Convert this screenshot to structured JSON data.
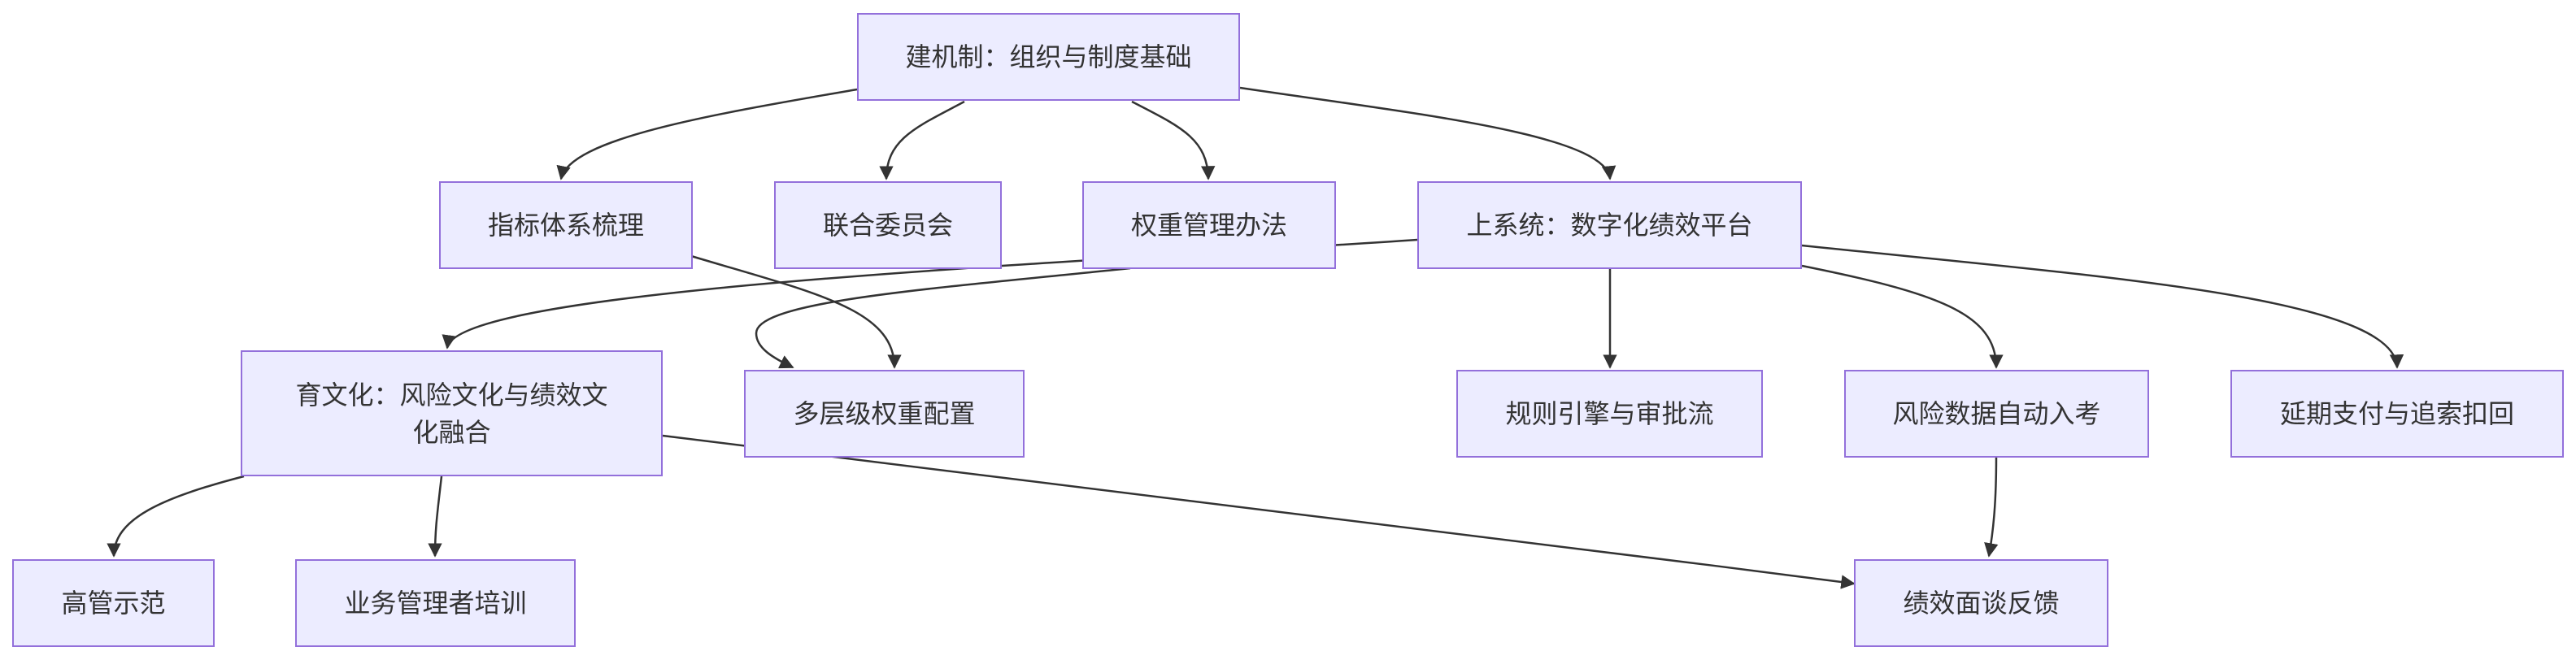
{
  "nodes": {
    "jianjizhi": "建机制：组织与制度基础",
    "zhibiao": "指标体系梳理",
    "lianhe": "联合委员会",
    "quanzhong_banfa": "权重管理办法",
    "shangxitong": "上系统：数字化绩效平台",
    "yuwenhua": "育文化：风险文化与绩效文化融合",
    "duocengji": "多层级权重配置",
    "guize": "规则引擎与审批流",
    "fengxian": "风险数据自动入考",
    "yanqi": "延期支付与追索扣回",
    "gaoguan": "高管示范",
    "peixun": "业务管理者培训",
    "miantan": "绩效面谈反馈"
  },
  "edges": [
    [
      "jianjizhi",
      "zhibiao"
    ],
    [
      "jianjizhi",
      "lianhe"
    ],
    [
      "jianjizhi",
      "quanzhong_banfa"
    ],
    [
      "jianjizhi",
      "shangxitong"
    ],
    [
      "zhibiao",
      "duocengji"
    ],
    [
      "quanzhong_banfa",
      "duocengji"
    ],
    [
      "shangxitong",
      "yuwenhua"
    ],
    [
      "shangxitong",
      "guize"
    ],
    [
      "shangxitong",
      "fengxian"
    ],
    [
      "shangxitong",
      "yanqi"
    ],
    [
      "fengxian",
      "miantan"
    ],
    [
      "yuwenhua",
      "gaoguan"
    ],
    [
      "yuwenhua",
      "peixun"
    ],
    [
      "yuwenhua",
      "miantan"
    ]
  ],
  "colors": {
    "node_fill": "#ECECFF",
    "node_border": "#9370DB",
    "edge": "#333333",
    "text": "#333333"
  }
}
